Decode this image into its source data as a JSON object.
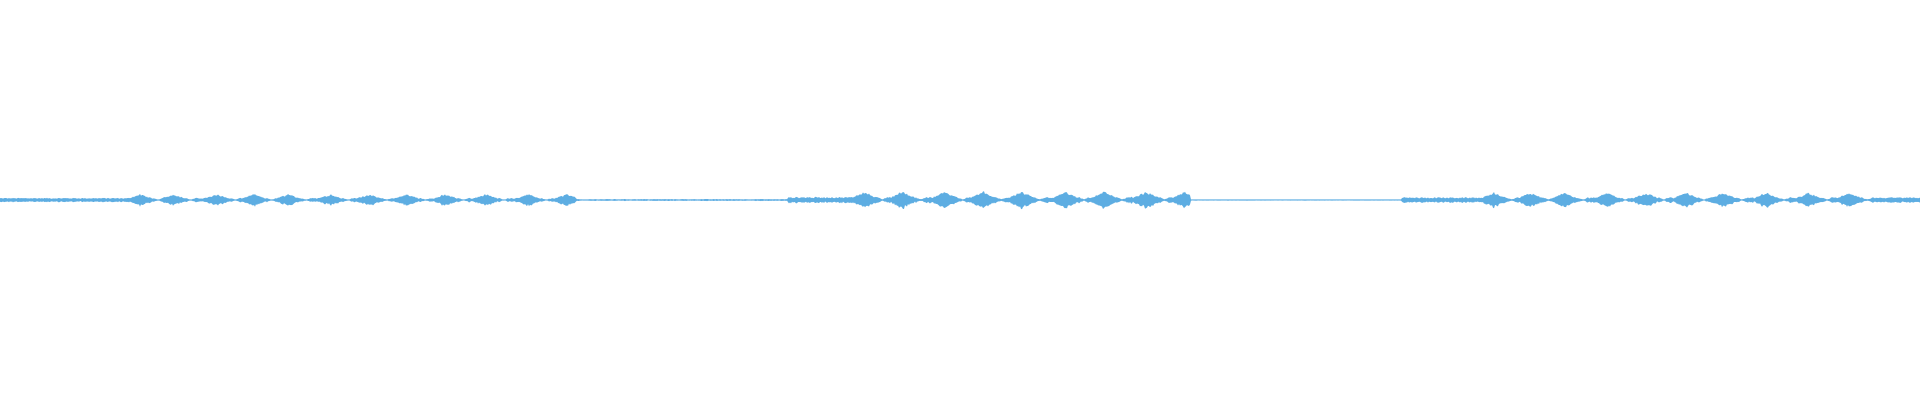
{
  "waveform": {
    "color": "#5dade2",
    "background": "#ffffff",
    "segments": [
      {
        "start": 0.0,
        "end": 0.3,
        "level": 0.55
      },
      {
        "start": 0.3,
        "end": 0.41,
        "level": 0.25
      },
      {
        "start": 0.41,
        "end": 0.62,
        "level": 0.8
      },
      {
        "start": 0.62,
        "end": 0.73,
        "level": 0.12
      },
      {
        "start": 0.73,
        "end": 1.0,
        "level": 0.7
      }
    ],
    "bursts": [
      0.073,
      0.09,
      0.113,
      0.132,
      0.15,
      0.172,
      0.192,
      0.212,
      0.232,
      0.253,
      0.275,
      0.295,
      0.45,
      0.47,
      0.492,
      0.512,
      0.532,
      0.555,
      0.575,
      0.597,
      0.617,
      0.778,
      0.797,
      0.815,
      0.837,
      0.857,
      0.878,
      0.898,
      0.92,
      0.942,
      0.963
    ]
  }
}
